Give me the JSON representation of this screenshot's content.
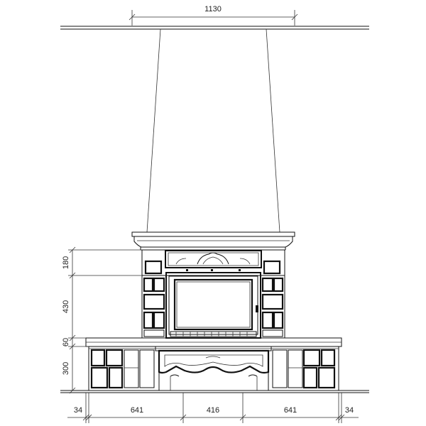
{
  "drawing": {
    "top_dimension": "1130",
    "vertical_dimensions": [
      "180",
      "430",
      "60",
      "300"
    ],
    "bottom_dimensions": [
      "34",
      "641",
      "416",
      "641",
      "34"
    ]
  },
  "colors": {
    "line": "#111111",
    "background": "#ffffff"
  }
}
